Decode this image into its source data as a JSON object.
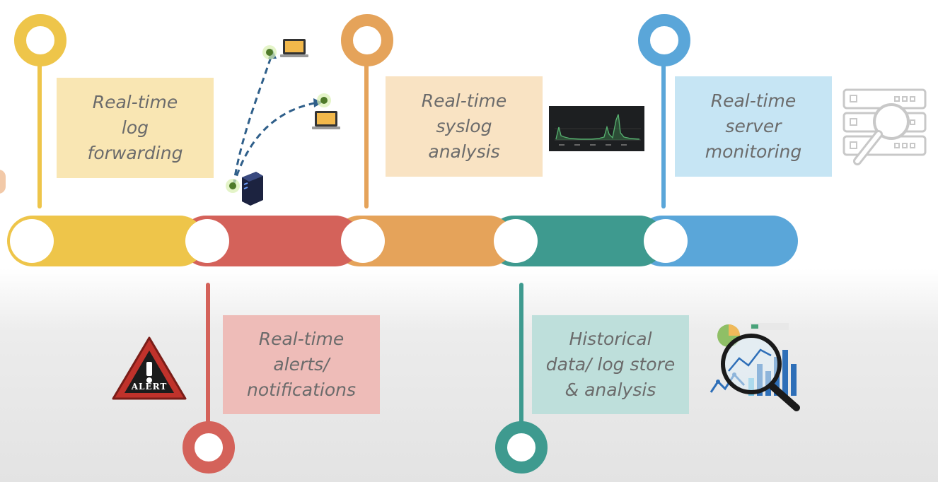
{
  "colors": {
    "yellow": "#eec54a",
    "red": "#d4625a",
    "orange": "#e5a35a",
    "teal": "#3e9a8f",
    "blue": "#5aa6d9"
  },
  "milestones": [
    {
      "id": "forwarding",
      "label": "Real-time\nlog\nforwarding",
      "icon": "network-forwarding-icon"
    },
    {
      "id": "alerts",
      "label": "Real-time\nalerts/\nnotifications",
      "icon": "alert-triangle-icon",
      "icon_text": "ALERT"
    },
    {
      "id": "syslog",
      "label": "Real-time\nsyslog\nanalysis",
      "icon": "line-chart-icon"
    },
    {
      "id": "historical",
      "label": "Historical\ndata/ log store\n& analysis",
      "icon": "magnifier-chart-icon"
    },
    {
      "id": "monitoring",
      "label": "Real-time\nserver\nmonitoring",
      "icon": "server-search-icon"
    }
  ]
}
